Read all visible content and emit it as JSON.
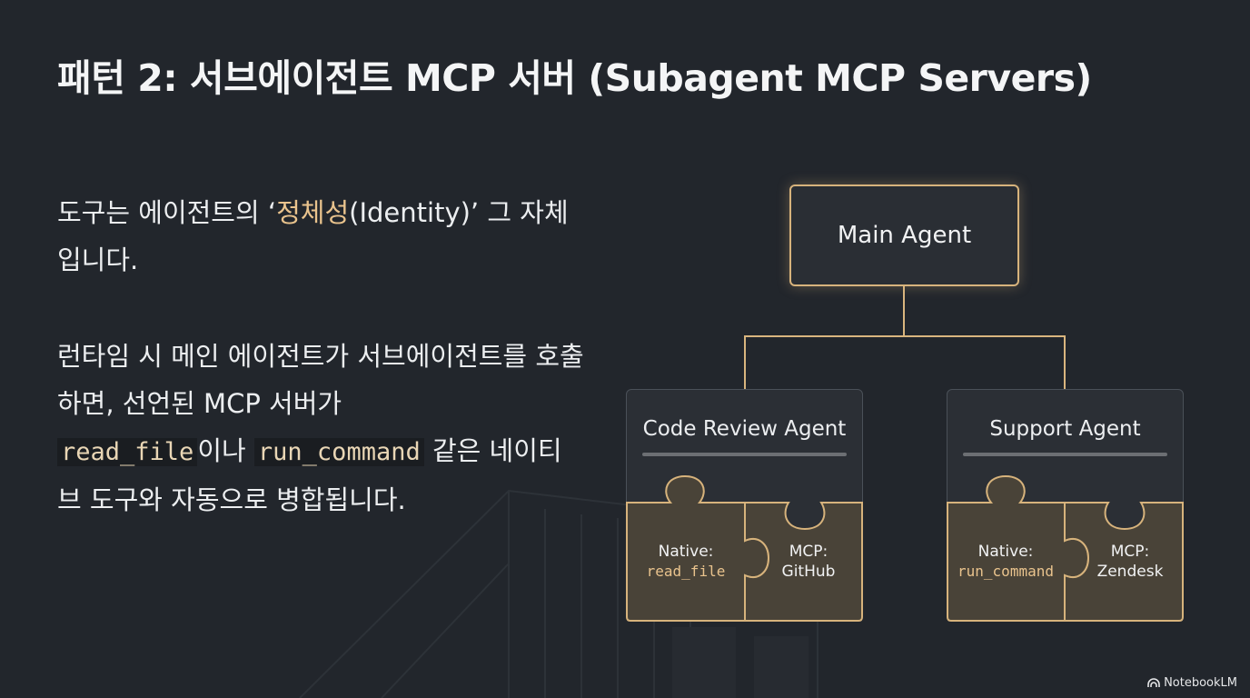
{
  "slide": {
    "title": "패턴 2: 서브에이전트 MCP 서버 (Subagent MCP Servers)",
    "para1": {
      "pre": "도구는 에이전트의 ‘",
      "highlight": "정체성",
      "post": "(Identity)’ 그 자체입니다."
    },
    "para2": {
      "line1": "런타임 시 메인 에이전트가 서브에이전트를 호출하면, 선언된 MCP 서버가",
      "code1": "read_file",
      "mid": "이나",
      "code2": "run_command",
      "post": "같은 네이티브 도구와 자동으로 병합됩니다."
    }
  },
  "diagram": {
    "main_agent": "Main Agent",
    "subagents": [
      {
        "title": "Code Review Agent",
        "native_label": "Native:",
        "native_tool": "read_file",
        "mcp_label": "MCP:",
        "mcp_server": "GitHub"
      },
      {
        "title": "Support Agent",
        "native_label": "Native:",
        "native_tool": "run_command",
        "mcp_label": "MCP:",
        "mcp_server": "Zendesk"
      }
    ]
  },
  "brand": "NotebookLM",
  "colors": {
    "background": "#22262c",
    "accent": "#d7b37c",
    "highlight_text": "#e9c38d"
  }
}
